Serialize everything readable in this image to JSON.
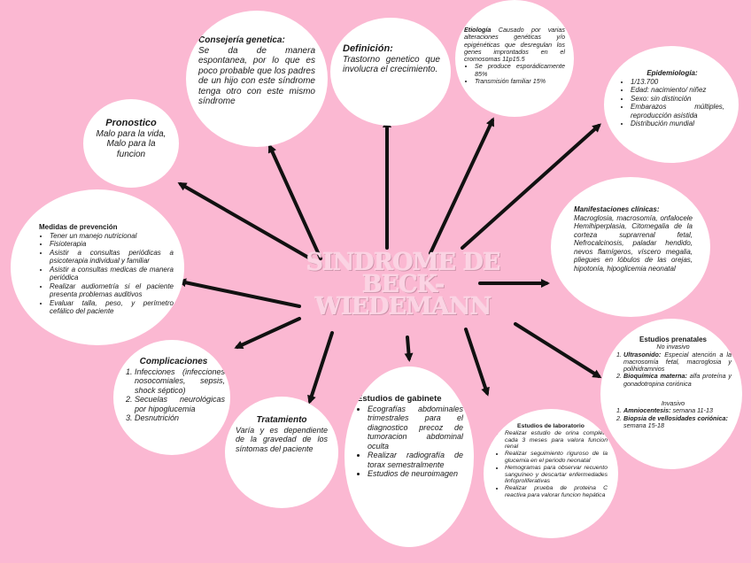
{
  "title": "SINDROME DE BECK-WIEDEMANN",
  "consejeria": {
    "heading": "Consejería genetica:",
    "text": "Se da de manera espontanea, por lo que es poco probable que los padres de un hijo con este síndrome tenga otro con este mismo síndrome"
  },
  "definicion": {
    "heading": "Definición:",
    "text": "Trastorno genetico que involucra el crecimiento."
  },
  "etiologia": {
    "heading": "Etiología",
    "text": "Causado por varias alteraciones genéticas y/o epigénéticas que desregulan los genes improntados en el cromosomas 11p15.5",
    "items": [
      "Se produce esporádicamente 85%",
      "Transmisión familiar 15%"
    ]
  },
  "epidemiologia": {
    "heading": "Epidemiología:",
    "items": [
      "1/13.700",
      "Edad: nacimiento/ niñez",
      "Sexo: sin distinción",
      "Embarazos múltiples, reproducción asistida",
      "Distribución mundial"
    ]
  },
  "pronostico": {
    "heading": "Pronostico",
    "text": "Malo para la vida, Malo para la funcion"
  },
  "medidas": {
    "heading": "Medidas de prevención",
    "items": [
      "Tener un manejo nutricional",
      "Fisioterapia",
      "Asistir a consultas periódicas a psicoterapia individual y familiar",
      "Asistir a consultas medicas de manera periódica",
      "Realizar audiometría si el paciente presenta problemas auditivos",
      "Evaluar talla, peso, y perímetro cefálico del paciente"
    ]
  },
  "manifestaciones": {
    "heading": "Manifestaciones clínicas:",
    "text": "Macroglosia, macrosomía, onfalocele Hemihiperplasia, Citomegalia de la corteza suprarrenal fetal, Nefrocalcinosis, paladar hendido, nevos flamígeros, víscero megalia, pliegues en lóbulos de las orejas, hipotonía, hipoglicemia neonatal"
  },
  "complicaciones": {
    "heading": "Complicaciones",
    "items": [
      "Infecciones (infecciones nosocomiales, sepsis, shock séptico)",
      "Secuelas neurológicas por hipoglucemia",
      "Desnutrición"
    ]
  },
  "tratamiento": {
    "heading": "Tratamiento",
    "text": "Varía y es dependiente de la gravedad de los síntomas del paciente"
  },
  "gabinete": {
    "heading": "Estudios de gabinete",
    "items": [
      "Ecografías abdominales trimestrales para el diagnostico precoz de tumoracion abdominal oculta",
      "Realizar radiografía de torax semestralmente",
      "Estudios de neuroimagen"
    ]
  },
  "laboratorio": {
    "heading": "Estudios de laboratorio",
    "items": [
      "Realizar estudio de orina completa cada 3 meses para valora funcion renal",
      "Realizar seguimiento riguroso de la glucemia en el periodo neonatal",
      "Hemogramas para observar recuento sanguíneo y descartar enfermedades linfoproliferativas",
      "Realizar prueba de proteina C reactiva para valorar funcion hepática"
    ]
  },
  "prenatales": {
    "heading": "Estudios prenatales",
    "noinvasivo": "No invasivo",
    "ni_items": [
      {
        "term": "Ultrasonido:",
        "desc": "Especial atención a la macrosomía fetal, macroglosia y polihidramnios"
      },
      {
        "term": "Bioquímica materna:",
        "desc": "alfa proteína y gonadotropina coriónica"
      }
    ],
    "invasivo": "Invasivo",
    "i_items": [
      {
        "term": "Amniocentesis:",
        "desc": "semana 11-13"
      },
      {
        "term": "Biopsia de vellosidades coriónica:",
        "desc": "semana 15-18"
      }
    ]
  },
  "colors": {
    "background": "#fbb8d2",
    "bubble": "#ffffff",
    "arrow": "#111111"
  }
}
